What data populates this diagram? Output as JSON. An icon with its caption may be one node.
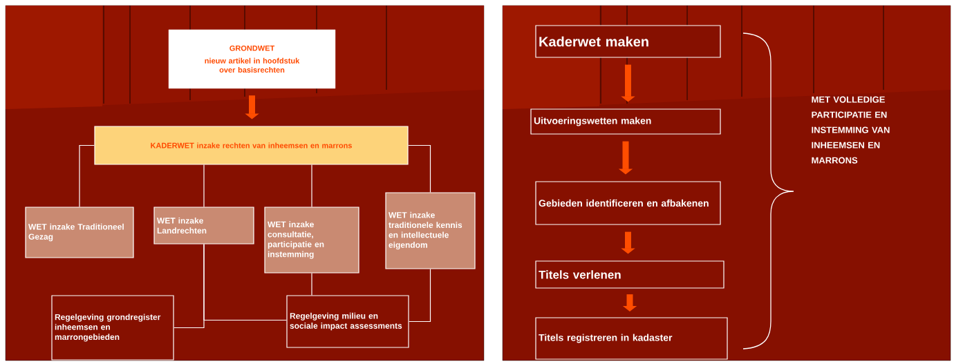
{
  "diagram": {
    "nodes": [
      {
        "text": [
          "GRONDWET",
          "nieuw artikel in hoofdstuk over basisrechten"
        ]
      },
      {
        "text": [
          "KADERWET inzake rechten van inheemsen en marrons"
        ]
      },
      {
        "text": [
          "WET inzake Traditioneel Gezag"
        ]
      },
      {
        "text": [
          "WET inzake Landrechten"
        ]
      },
      {
        "text": [
          "WET inzake consultatie, participatie en instemming"
        ]
      },
      {
        "text": [
          "WET inzake traditionele kennis en intellectuele eigendom"
        ]
      },
      {
        "text": [
          "Regelgeving grondregister inheemsen en marrongebieden"
        ]
      },
      {
        "text": [
          "Regelgeving milieu en sociale impact assessments"
        ]
      },
      {
        "text": [
          "Kaderwet maken"
        ]
      },
      {
        "text": [
          "Uitvoeringswetten maken"
        ]
      },
      {
        "text": [
          "Gebieden identificeren en afbakenen"
        ]
      },
      {
        "text": [
          "Titels verlenen"
        ]
      },
      {
        "text": [
          "Titels registreren in kadaster"
        ]
      }
    ],
    "edges": [
      {
        "from": 0,
        "to": 1,
        "arrow": "to",
        "style": "thick",
        "color": "#ff4d00"
      },
      {
        "from": 1,
        "to": 2,
        "arrow": "none"
      },
      {
        "from": 1,
        "to": 3,
        "arrow": "none"
      },
      {
        "from": 1,
        "to": 4,
        "arrow": "none"
      },
      {
        "from": 1,
        "to": 5,
        "arrow": "none"
      },
      {
        "from": 3,
        "to": 6,
        "arrow": "none"
      },
      {
        "from": 3,
        "to": 7,
        "arrow": "none"
      },
      {
        "from": 4,
        "to": 7,
        "arrow": "none"
      },
      {
        "from": 5,
        "to": 7,
        "arrow": "none"
      },
      {
        "from": 8,
        "to": 9,
        "arrow": "to",
        "style": "thick",
        "color": "#ff4d00"
      },
      {
        "from": 9,
        "to": 10,
        "arrow": "to",
        "style": "thick",
        "color": "#ff4d00"
      },
      {
        "from": 10,
        "to": 11,
        "arrow": "to",
        "style": "thick",
        "color": "#ff4d00"
      },
      {
        "from": 11,
        "to": 12,
        "arrow": "to",
        "style": "thick",
        "color": "#ff4d00"
      }
    ],
    "labels": [
      "MET VOLLEDIGE PARTICIPATIE EN INSTEMMING VAN INHEEMSEN EN MARRONS"
    ]
  }
}
